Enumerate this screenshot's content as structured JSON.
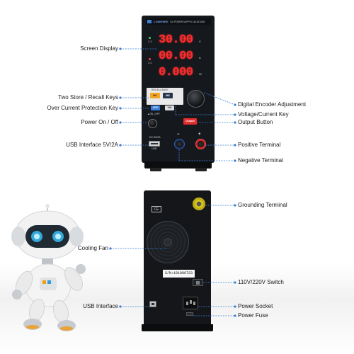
{
  "front": {
    "brand": "LONGWEI",
    "model": "DC POWER SUPPLY  LW-3010KD",
    "voltage": "30.00",
    "current": "00.00",
    "power": "0.000",
    "unit_v": "V",
    "unit_a": "A",
    "unit_w": "W",
    "ind_cv": "C.V",
    "ind_cc": "C.C",
    "recall_save": "RECALL/SAVE",
    "m1": "M1",
    "m2": "M2",
    "ocp": "OCP",
    "va": "V/A",
    "power_marks": "▲ON  △OFF",
    "output": "Output",
    "usb_label": "DC 5V/2A",
    "usb": "USB",
    "neg_sign": "−",
    "pos_sign": "+"
  },
  "back": {
    "ce": "CE",
    "serial": "S/N:191006723"
  },
  "callouts_left": {
    "screen": "Screen Display",
    "store": "Two Store / Recall Keys",
    "ocp": "Over Current Protection Key",
    "power": "Power On / Off",
    "usb": "USB Interface 5V/2A",
    "fan": "Cooling Fan",
    "usb_back": "USB Interface"
  },
  "callouts_right": {
    "encoder": "Digital Encoder Adjustment",
    "va_key": "Voltage/Current Key",
    "output": "Output Button",
    "pos": "Positive Terminal",
    "neg": "Negative Terminal",
    "ground": "Grounding Terminal",
    "switch": "110V/220V  Switch",
    "socket": "Power Socket",
    "fuse": "Power Fuse"
  },
  "colors": {
    "accent": "#3b7fd9",
    "display": "#ff2a2a",
    "callout_line": "#3b7fd9"
  }
}
